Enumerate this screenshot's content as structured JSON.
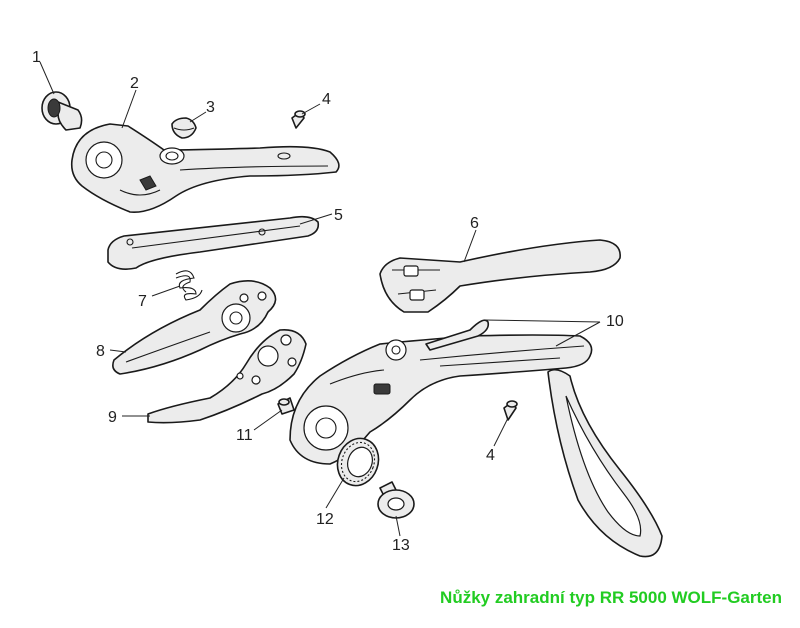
{
  "caption": "Nůžky zahradní typ RR 5000 WOLF-Garten",
  "caption_color": "#22cc22",
  "callouts": {
    "c1": "1",
    "c2": "2",
    "c3": "3",
    "c4a": "4",
    "c5": "5",
    "c6": "6",
    "c7": "7",
    "c8": "8",
    "c9": "9",
    "c10": "10",
    "c11": "11",
    "c4b": "4",
    "c12": "12",
    "c13": "13"
  }
}
